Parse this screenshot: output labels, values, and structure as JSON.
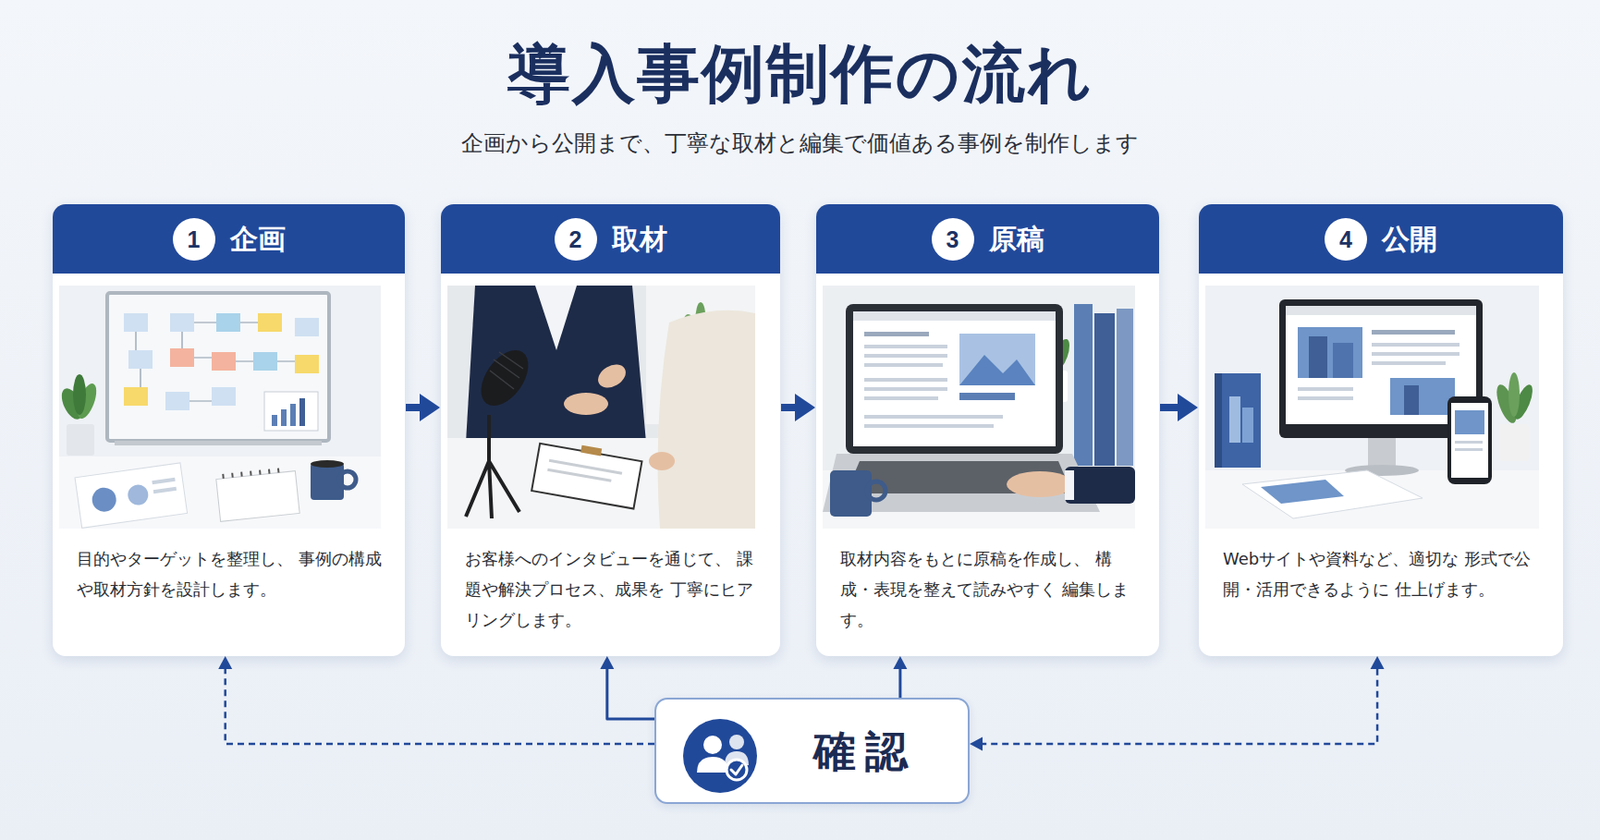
{
  "diagram": {
    "title": "導入事例制作の流れ",
    "caption": "企画から公開まで、丁寧な取材と編集で価値ある事例を制作します",
    "nodes": [
      {
        "text": [
          "企画",
          "目的やターゲットを整理し、 事例の構成や取材方針を設計します。"
        ]
      },
      {
        "text": [
          "1"
        ],
        "in": 0
      },
      {
        "text": [
          "取材",
          "お客様へのインタビューを通じて、 課題や解決プロセス、成果を 丁寧にヒアリングします。"
        ]
      },
      {
        "text": [
          "2"
        ],
        "in": 2
      },
      {
        "text": [
          "原稿",
          "取材内容をもとに原稿を作成し、 構成・表現を整えて読みやすく 編集します。"
        ]
      },
      {
        "text": [
          "3"
        ],
        "in": 4
      },
      {
        "text": [
          "公開",
          "Webサイトや資料など、適切な 形式で公開・活用できるように 仕上げます。"
        ]
      },
      {
        "text": [
          "4"
        ],
        "in": 6
      },
      {
        "text": [
          "確認"
        ]
      }
    ],
    "edges": [
      {
        "from": 0,
        "to": 2,
        "arrow": "to"
      },
      {
        "from": 2,
        "to": 4,
        "arrow": "to"
      },
      {
        "from": 4,
        "to": 6,
        "arrow": "to"
      },
      {
        "from": 8,
        "to": 0,
        "arrow": "to"
      },
      {
        "from": 8,
        "to": 2,
        "arrow": "to"
      },
      {
        "from": 8,
        "to": 4,
        "arrow": "to"
      },
      {
        "from": 8,
        "to": 6,
        "arrow": "both"
      }
    ]
  }
}
